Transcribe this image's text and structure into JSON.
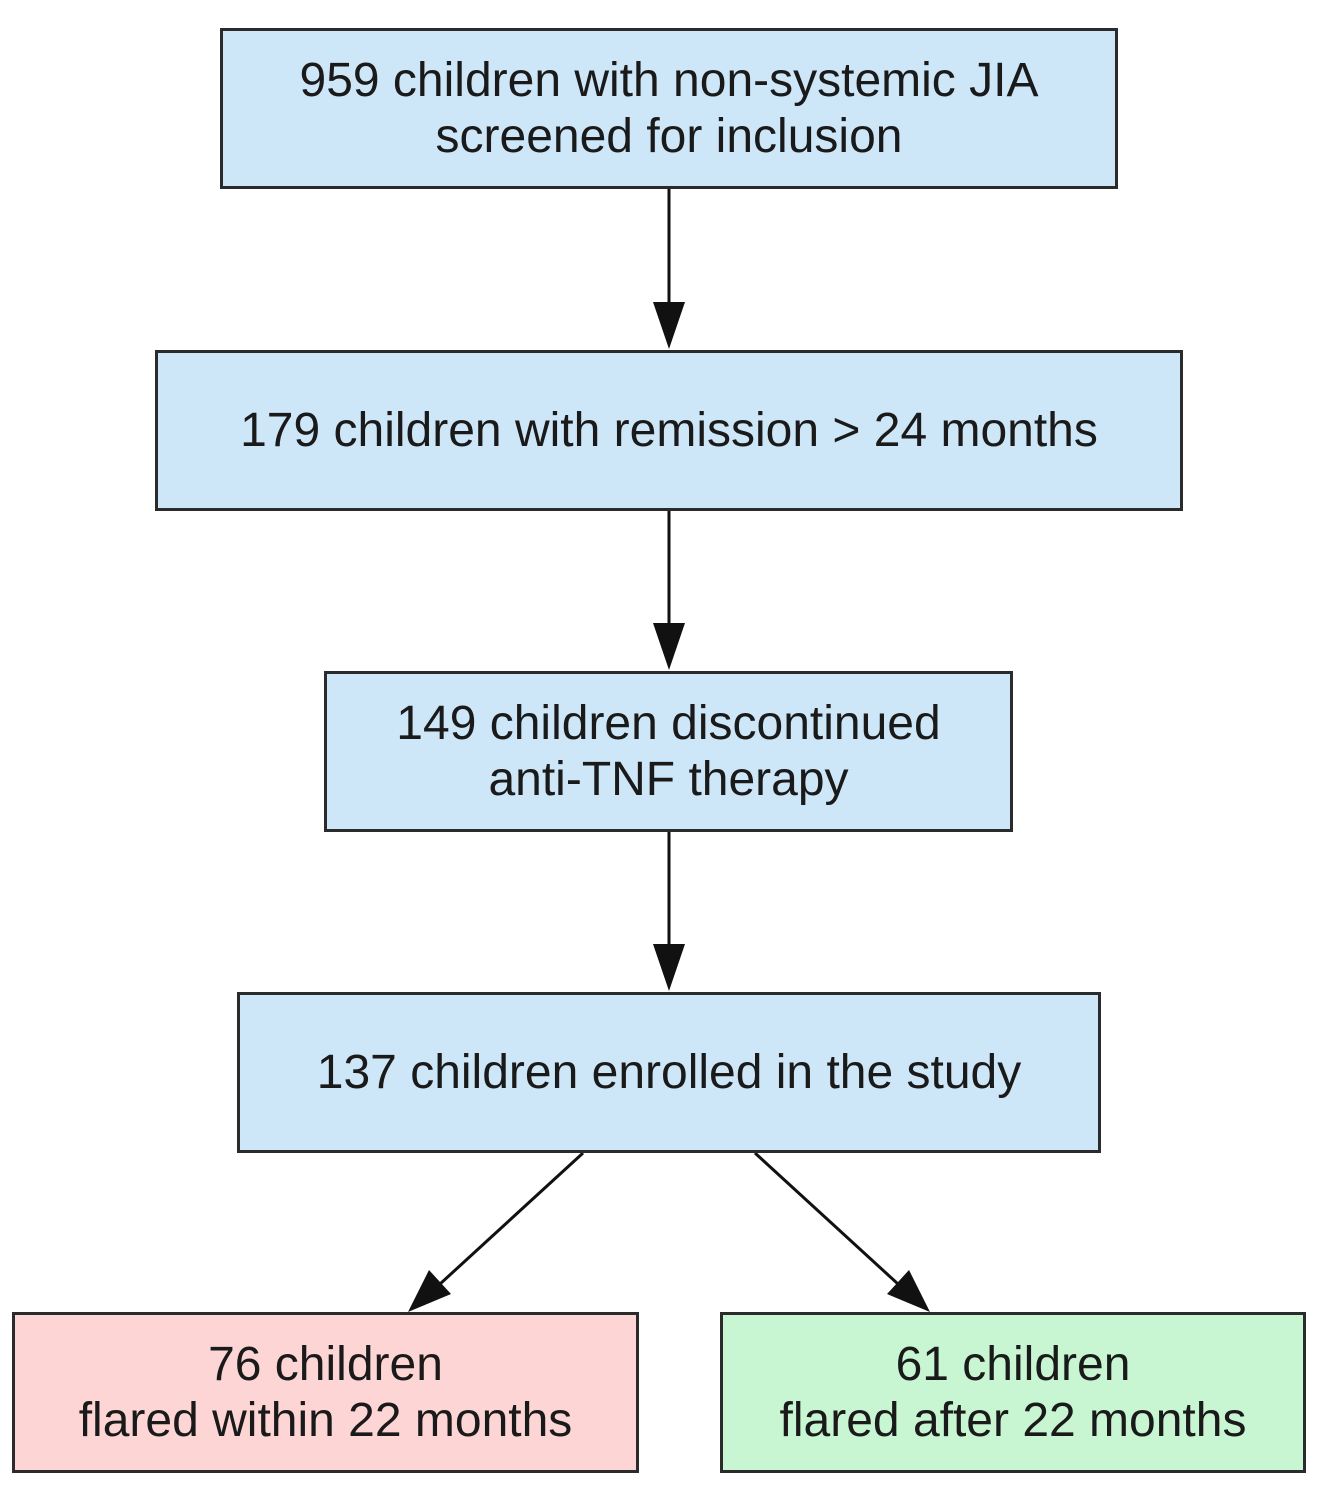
{
  "colors": {
    "process_fill": "#cde6f8",
    "flare_within_fill": "#fdd5d5",
    "flare_after_fill": "#c8f5d2",
    "border": "#2b2b2b",
    "arrow": "#111111"
  },
  "nodes": {
    "screened": {
      "line1": "959 children with non-systemic JIA",
      "line2": "screened for inclusion"
    },
    "remission": {
      "line1": "179 children with remission > 24 months"
    },
    "discontinued": {
      "line1": "149 children discontinued",
      "line2": "anti-TNF therapy"
    },
    "enrolled": {
      "line1": "137 children enrolled in the study"
    },
    "flared_within": {
      "line1": "76 children",
      "line2": "flared within 22 months"
    },
    "flared_after": {
      "line1": "61 children",
      "line2": "flared after 22 months"
    }
  },
  "edges": [
    {
      "from": "screened",
      "to": "remission"
    },
    {
      "from": "remission",
      "to": "discontinued"
    },
    {
      "from": "discontinued",
      "to": "enrolled"
    },
    {
      "from": "enrolled",
      "to": "flared_within"
    },
    {
      "from": "enrolled",
      "to": "flared_after"
    }
  ]
}
